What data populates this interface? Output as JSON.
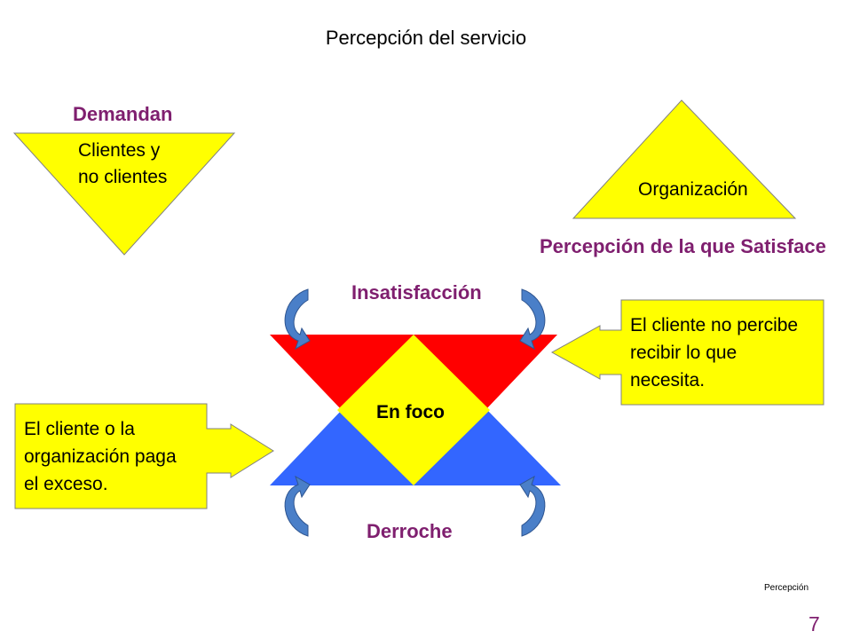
{
  "title": "Percepción del servicio",
  "demandan": {
    "heading": "Demandan",
    "triangle_text_line1": "Clientes y",
    "triangle_text_line2": "no clientes"
  },
  "organizacion": {
    "triangle_text": "Organización",
    "caption": "Percepción de la que Satisface"
  },
  "center": {
    "top_label": "Insatisfacción",
    "diamond_label": "En foco",
    "bottom_label": "Derroche"
  },
  "callout_right": {
    "lines": [
      "El cliente no percibe",
      "recibir lo que",
      "necesita."
    ]
  },
  "callout_left": {
    "lines": [
      "El cliente o la",
      "organización paga",
      "el exceso."
    ]
  },
  "footer": {
    "note": "Percepción",
    "page_number": "7"
  },
  "colors": {
    "yellow": "#ffff00",
    "red": "#ff0000",
    "blue": "#3366ff",
    "purple_text": "#7f1f6f",
    "arrow_fill": "#4a7fc8"
  }
}
